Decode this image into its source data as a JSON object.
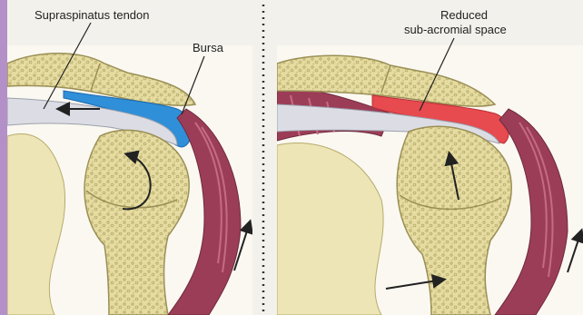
{
  "labels": {
    "supraspinatus": "Supraspinatus tendon",
    "bursa": "Bursa",
    "reduced_line1": "Reduced",
    "reduced_line2": "sub-acromial space"
  },
  "colors": {
    "page_bg": "#f3f1ec",
    "panel_bg": "#fbf8f1",
    "bone_fill": "#e6dca1",
    "bone_edge": "#b6ab6c",
    "bone_texture": "#b2a866",
    "skin_fill": "#eee5b6",
    "tendon_fill": "#dcdde4",
    "bursa_blue": "#2f8fd8",
    "bursa_red": "#e74a4f",
    "muscle": "#9c3d58",
    "muscle_light": "#c46b82",
    "purple_strip": "#b490c9",
    "arrow": "#222222"
  },
  "icons": {
    "rotation_arrow": "curved-arrow",
    "upward_arrow": "straight-arrow",
    "tendon_pull_arrow": "left-arrow",
    "divider": "dotted-line"
  }
}
